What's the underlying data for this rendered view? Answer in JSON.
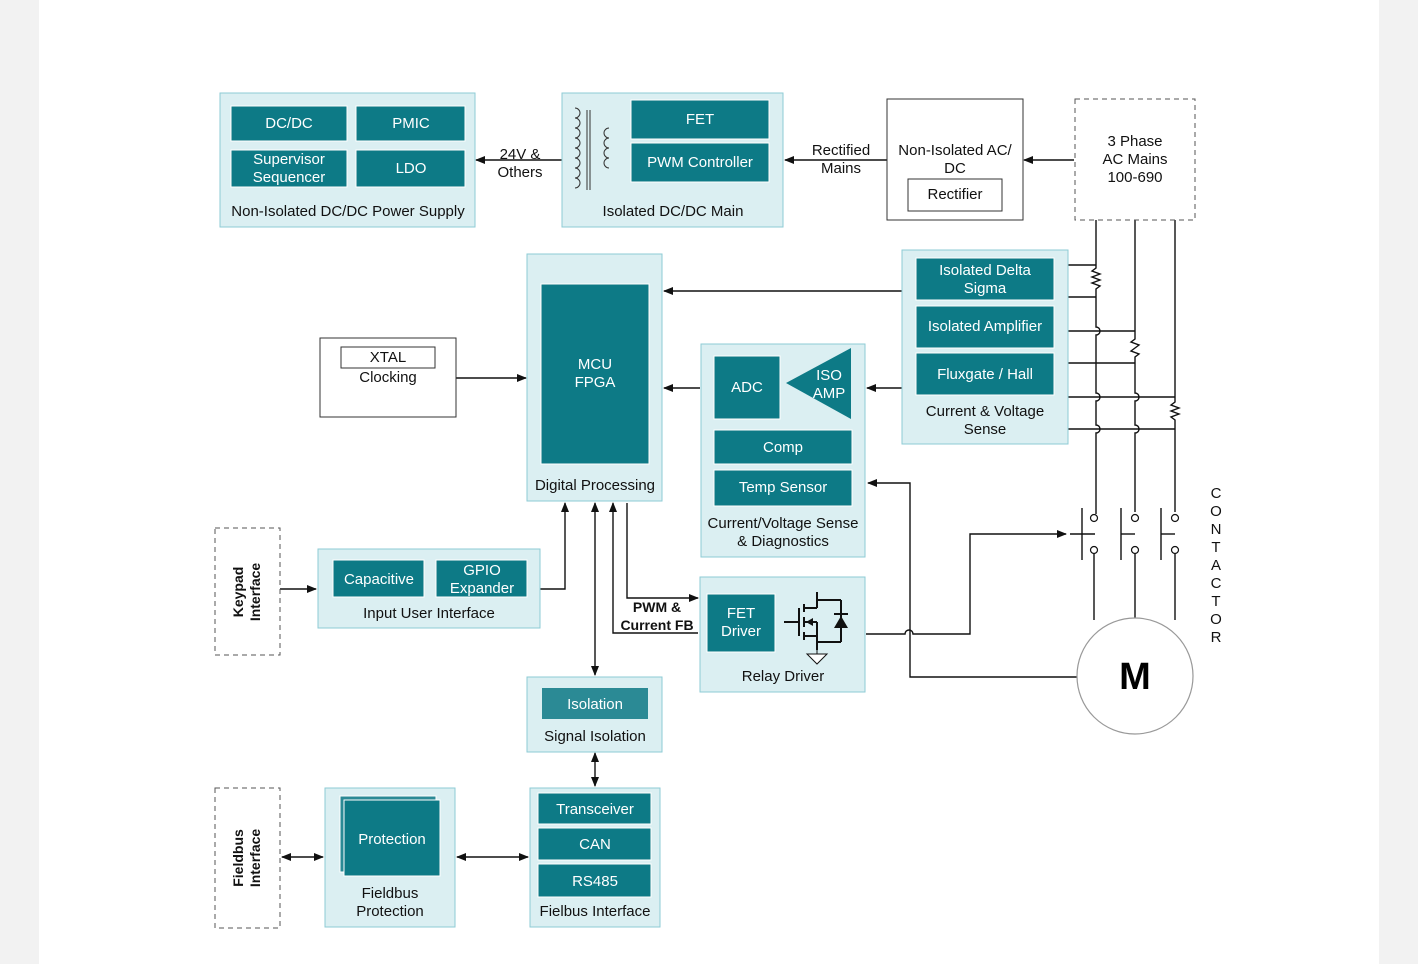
{
  "blocks": {
    "non_isolated_dcdc": {
      "title": "Non-Isolated DC/DC Power Supply",
      "dcdc": "DC/DC",
      "pmic": "PMIC",
      "supervisor_line1": "Supervisor",
      "supervisor_line2": "Sequencer",
      "ldo": "LDO"
    },
    "rail_label_line1": "24V &",
    "rail_label_line2": "Others",
    "isolated_dcdc": {
      "title": "Isolated DC/DC Main",
      "fet": "FET",
      "pwm": "PWM Controller"
    },
    "rectified_line1": "Rectified",
    "rectified_line2": "Mains",
    "non_isolated_acdc": {
      "title_line1": "Non-Isolated AC/",
      "title_line2": "DC",
      "rectifier": "Rectifier"
    },
    "ac_mains": {
      "line1": "3 Phase",
      "line2": "AC Mains",
      "line3": "100-690"
    },
    "digital_processing": {
      "title": "Digital Processing",
      "mcu_line1": "MCU",
      "mcu_line2": "FPGA"
    },
    "clocking": {
      "xtal": "XTAL",
      "label": "Clocking"
    },
    "sense": {
      "title_line1": "Current & Voltage",
      "title_line2": "Sense",
      "delta_line1": "Isolated Delta",
      "delta_line2": "Sigma",
      "amp": "Isolated Amplifier",
      "flux": "Fluxgate / Hall"
    },
    "diagnostics": {
      "title_line1": "Current/Voltage Sense",
      "title_line2": "& Diagnostics",
      "adc": "ADC",
      "iso_line1": "ISO",
      "iso_line2": "AMP",
      "comp": "Comp",
      "temp": "Temp Sensor"
    },
    "keypad": {
      "line1": "Keypad",
      "line2": "Interface"
    },
    "input_ui": {
      "title": "Input User Interface",
      "capacitive": "Capacitive",
      "gpio_line1": "GPIO",
      "gpio_line2": "Expander"
    },
    "pwm_label_line1": "PWM &",
    "pwm_label_line2": "Current FB",
    "relay_driver": {
      "title": "Relay Driver",
      "fet_line1": "FET",
      "fet_line2": "Driver"
    },
    "contactor": [
      "C",
      "O",
      "N",
      "T",
      "A",
      "C",
      "T",
      "O",
      "R"
    ],
    "motor": "M",
    "signal_isolation": {
      "title": "Signal Isolation",
      "isolation": "Isolation"
    },
    "fieldbus": {
      "line1": "Fieldbus",
      "line2": "Interface"
    },
    "fieldbus_protection": {
      "title_line1": "Fieldbus",
      "title_line2": "Protection",
      "protection": "Protection"
    },
    "fieldbus_interface": {
      "title": "Fielbus Interface",
      "transceiver": "Transceiver",
      "can": "CAN",
      "rs485": "RS485"
    }
  },
  "colors": {
    "panel_fill": "#dbeff2",
    "panel_border": "#8ecbd4",
    "block_teal": "#0d7a86",
    "isolation_teal": "#2b8a95"
  }
}
